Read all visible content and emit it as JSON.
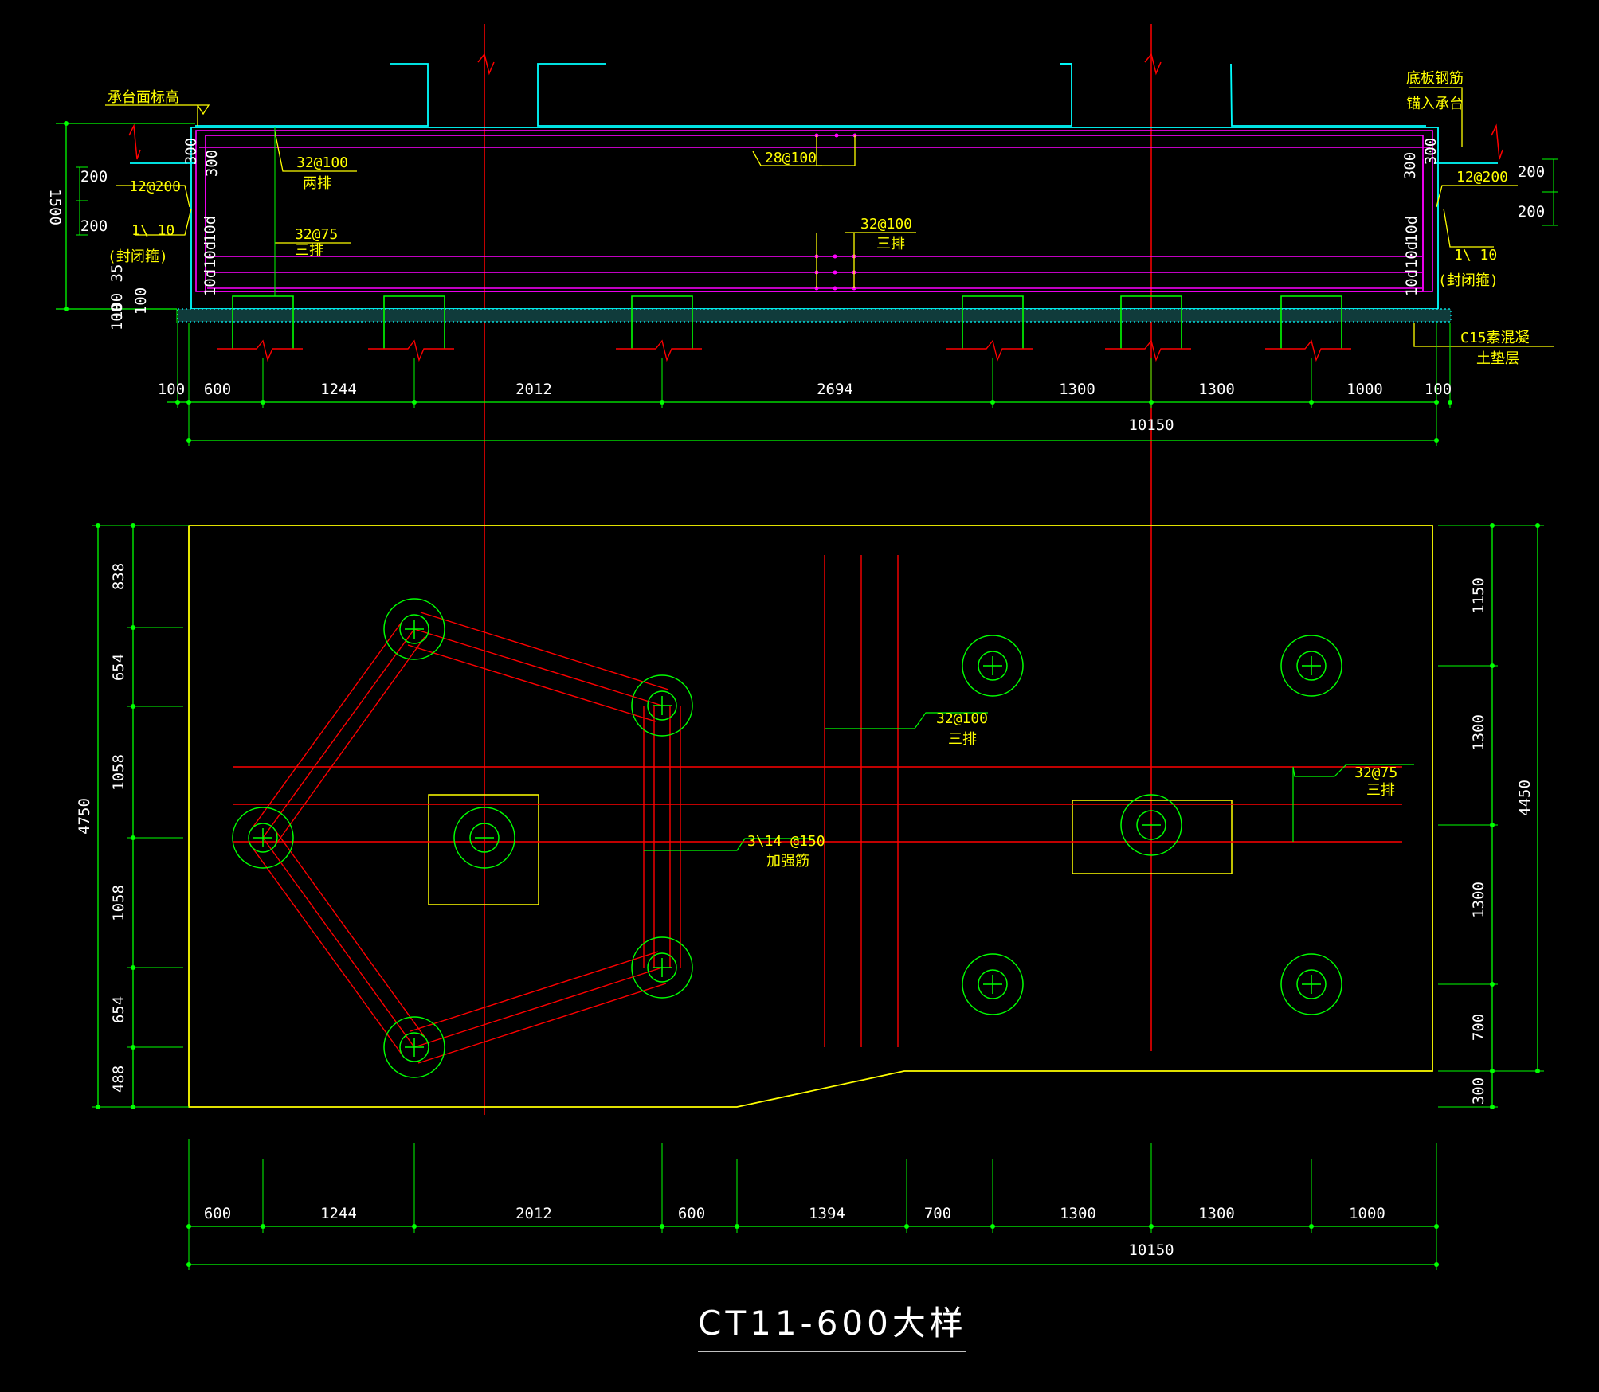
{
  "section": {
    "top_dims": [
      "100",
      "600",
      "1244",
      "2012",
      "2694",
      "1300",
      "1300",
      "1000",
      "100"
    ],
    "top_total": "10150",
    "left_dims": {
      "d1500": "1500",
      "d200a": "200",
      "d200b": "200",
      "d35": "35",
      "d100a": "100",
      "d100b": "100"
    },
    "right_dims": {
      "d200a": "200",
      "d200b": "200"
    },
    "cover_300": "300",
    "ten_d": "10d",
    "labels": {
      "cap_top_elev": "承台面标高",
      "bottom_bar_anchor_1": "底板钢筋",
      "bottom_bar_anchor_2": "锚入承台",
      "bar_32_100_top": "32@100",
      "two_rows": "两排",
      "bar_28_100": "28@100",
      "bar_12_200_left": "12@200",
      "bar_12_200_right": "12@200",
      "bar_1_10_left": "1\\ 10",
      "closed_stirrup_left": "(封闭箍)",
      "bar_1_10_right": "1\\ 10",
      "closed_stirrup_right": "(封闭箍)",
      "bar_32_75": "32@75",
      "three_rows_a": "三排",
      "bar_32_100_mid": "32@100",
      "three_rows_b": "三排",
      "c15_1": "C15素混凝",
      "c15_2": "土垫层"
    }
  },
  "plan": {
    "bottom_dims": [
      "600",
      "1244",
      "2012",
      "600",
      "1394",
      "700",
      "1300",
      "1300",
      "1000"
    ],
    "bottom_total": "10150",
    "left_dims": [
      "838",
      "654",
      "1058",
      "1058",
      "654",
      "488"
    ],
    "left_total": "4750",
    "right_dims": [
      "1150",
      "1300",
      "1300",
      "700",
      "300"
    ],
    "right_total": "4450",
    "labels": {
      "bar_32_100": "32@100",
      "three_rows_a": "三排",
      "bar_32_75": "32@75",
      "three_rows_b": "三排",
      "bar_3_14_150": "3\\14 @150",
      "reinforcement": "加强筋"
    }
  },
  "title": "CT11-600大样",
  "colors": {
    "background": "#000000",
    "dimension": "#00ff00",
    "axis": "#ff0000",
    "outline": "#ffff00",
    "rebar": "#ff00ff",
    "structure": "#00ffff",
    "text": "#ffffff"
  }
}
